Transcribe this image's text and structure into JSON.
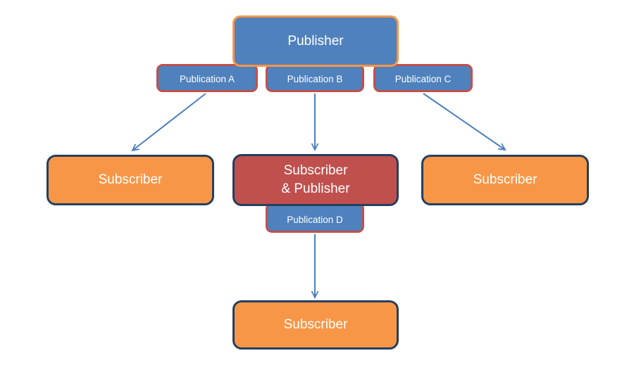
{
  "diagram": {
    "nodes": {
      "publisher": {
        "label": "Publisher"
      },
      "publication_a": {
        "label": "Publication A"
      },
      "publication_b": {
        "label": "Publication B"
      },
      "publication_c": {
        "label": "Publication C"
      },
      "publication_d": {
        "label": "Publication D"
      },
      "subscriber_left": {
        "label": "Subscriber"
      },
      "subscriber_middle": {
        "lines": [
          "Subscriber",
          "& Publisher"
        ]
      },
      "subscriber_right": {
        "label": "Subscriber"
      },
      "subscriber_bottom": {
        "label": "Subscriber"
      }
    },
    "edges": [
      {
        "from": "publication_a",
        "to": "subscriber_left"
      },
      {
        "from": "publication_b",
        "to": "subscriber_middle"
      },
      {
        "from": "publication_c",
        "to": "subscriber_right"
      },
      {
        "from": "publication_d",
        "to": "subscriber_bottom"
      }
    ],
    "colors": {
      "blue_fill": "#4F81BD",
      "orange_fill": "#F79646",
      "red_fill": "#C0504D",
      "orange_border": "#F79646",
      "red_border": "#C0504D",
      "navy_border": "#243F60",
      "arrow": "#4C7FBE",
      "text": "#FFFFFF",
      "background": "#FFFFFF"
    }
  }
}
